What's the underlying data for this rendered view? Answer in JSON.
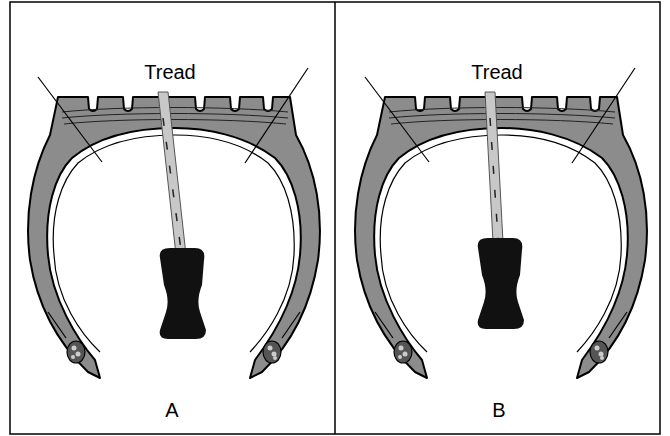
{
  "diagram": {
    "labels": [
      "Tread",
      "A",
      "Tread",
      "B"
    ]
  }
}
